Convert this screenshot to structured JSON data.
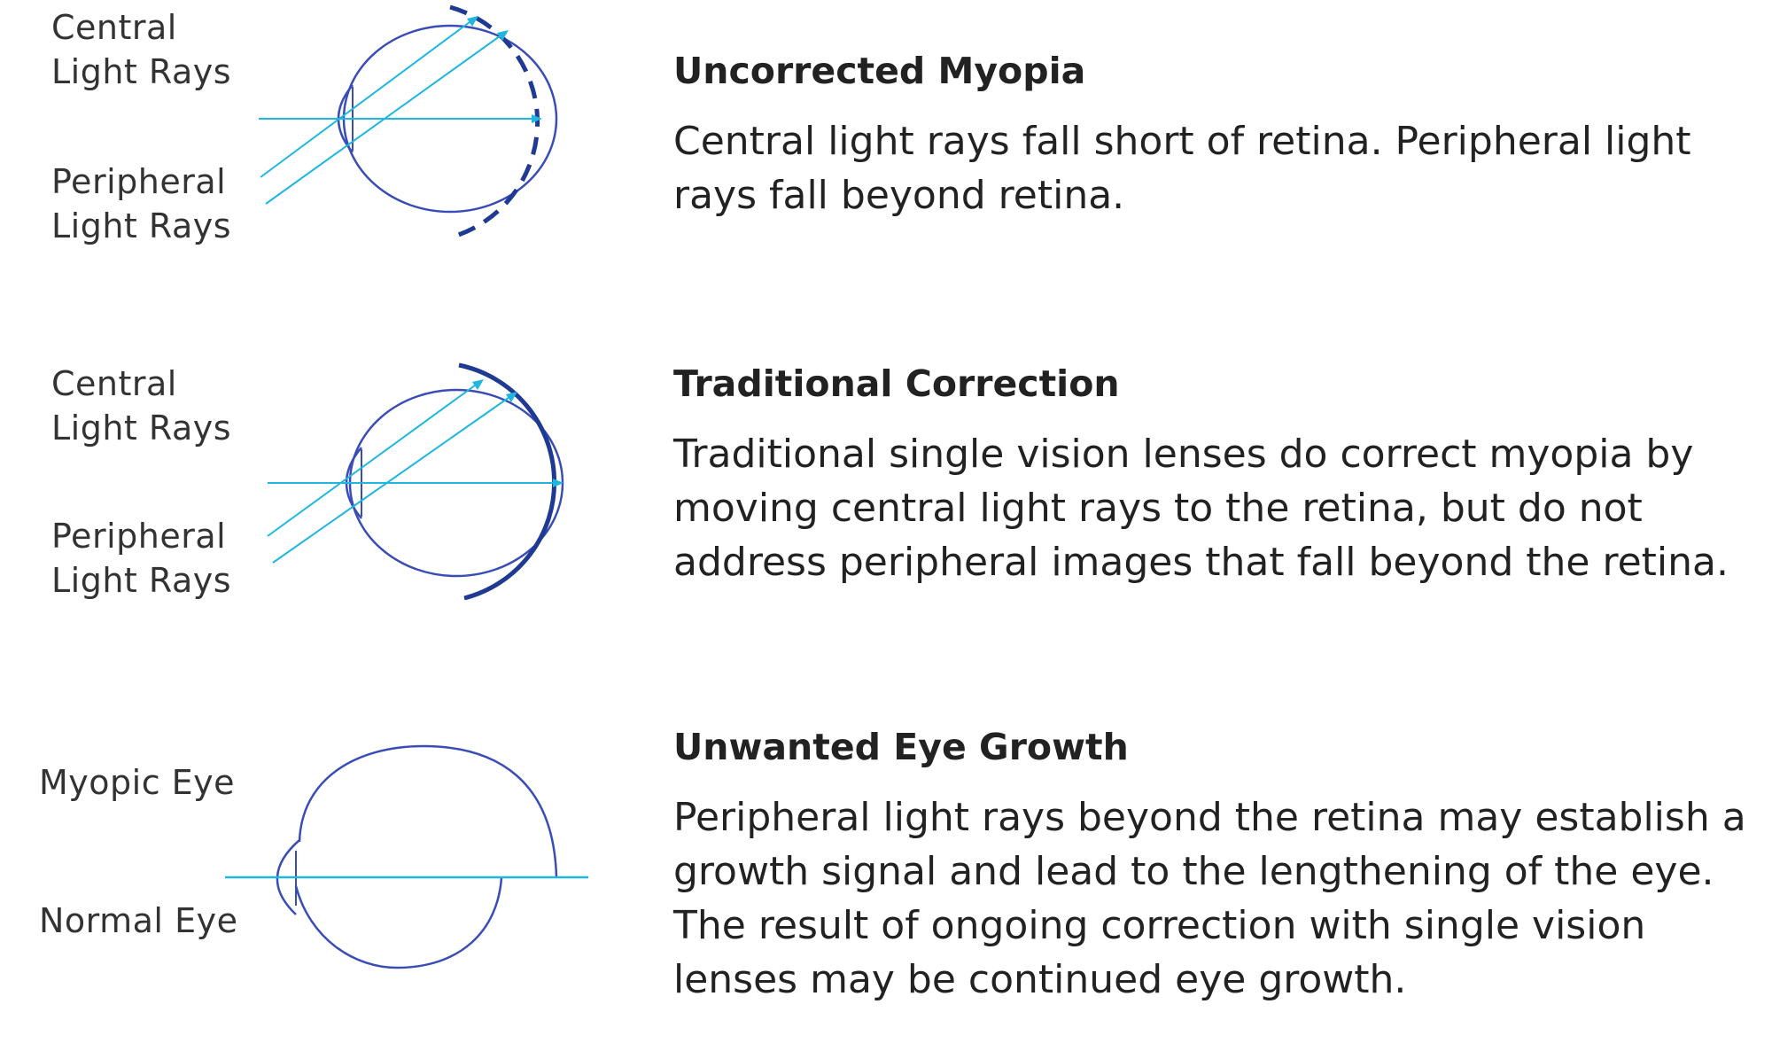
{
  "colors": {
    "eye_outline": "#3a4db7",
    "retina_dark": "#1f3a93",
    "light_ray": "#1fb6e0",
    "text": "#222222"
  },
  "sections": [
    {
      "title": "Uncorrected Myopia",
      "body": "Central light rays fall short of retina. Peripheral light rays fall beyond retina.",
      "labels": {
        "top": "Central\nLight Rays",
        "bottom": "Peripheral\nLight Rays"
      }
    },
    {
      "title": "Traditional Correction",
      "body": "Traditional single vision lenses do correct myopia by moving central light rays to the retina, but do not address peripheral images that fall beyond the retina.",
      "labels": {
        "top": "Central\nLight Rays",
        "bottom": "Peripheral\nLight Rays"
      }
    },
    {
      "title": "Unwanted Eye Growth",
      "body": "Peripheral light rays beyond the retina may establish a growth signal and lead to the lengthening of the eye. The result of ongoing correction with single vision lenses may be continued eye growth.",
      "labels": {
        "top": "Myopic Eye",
        "bottom": "Normal Eye"
      }
    }
  ]
}
